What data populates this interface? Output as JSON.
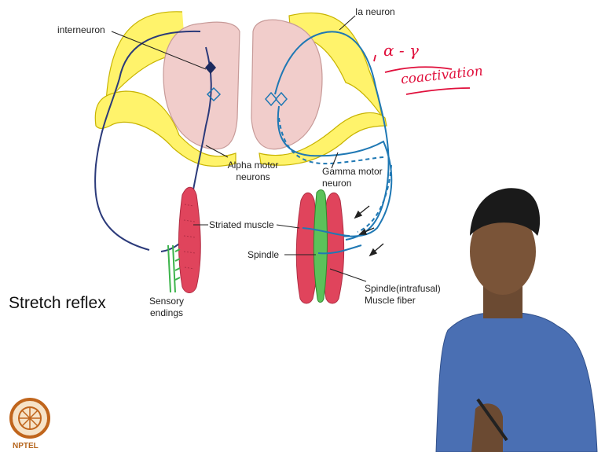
{
  "diagram": {
    "title": "Stretch reflex",
    "labels": {
      "interneuron": "interneuron",
      "ia_neuron": "Ia neuron",
      "alpha_motor_line1": "Alpha motor",
      "alpha_motor_line2": "neurons",
      "gamma_motor_line1": "Gamma motor",
      "gamma_motor_line2": "neuron",
      "striated_muscle": "Striated muscle",
      "spindle": "Spindle",
      "intrafusal_line1": "Spindle(intrafusal)",
      "intrafusal_line2": "Muscle fiber",
      "sensory_line1": "Sensory",
      "sensory_line2": "endings"
    },
    "annotation": {
      "line1": "α - γ",
      "line2": "coactivation"
    },
    "logo": {
      "text": "NPTEL"
    }
  },
  "colors": {
    "cord_fill": "#f1cdcb",
    "cord_stroke": "#c79a98",
    "myelin_yellow": "#fff36b",
    "sensory_neuron": "#2b3a7a",
    "gamma_neuron": "#1f78b4",
    "muscle_red": "#e0445c",
    "spindle_green": "#3cb44b",
    "annotation_red": "#e0103c"
  }
}
